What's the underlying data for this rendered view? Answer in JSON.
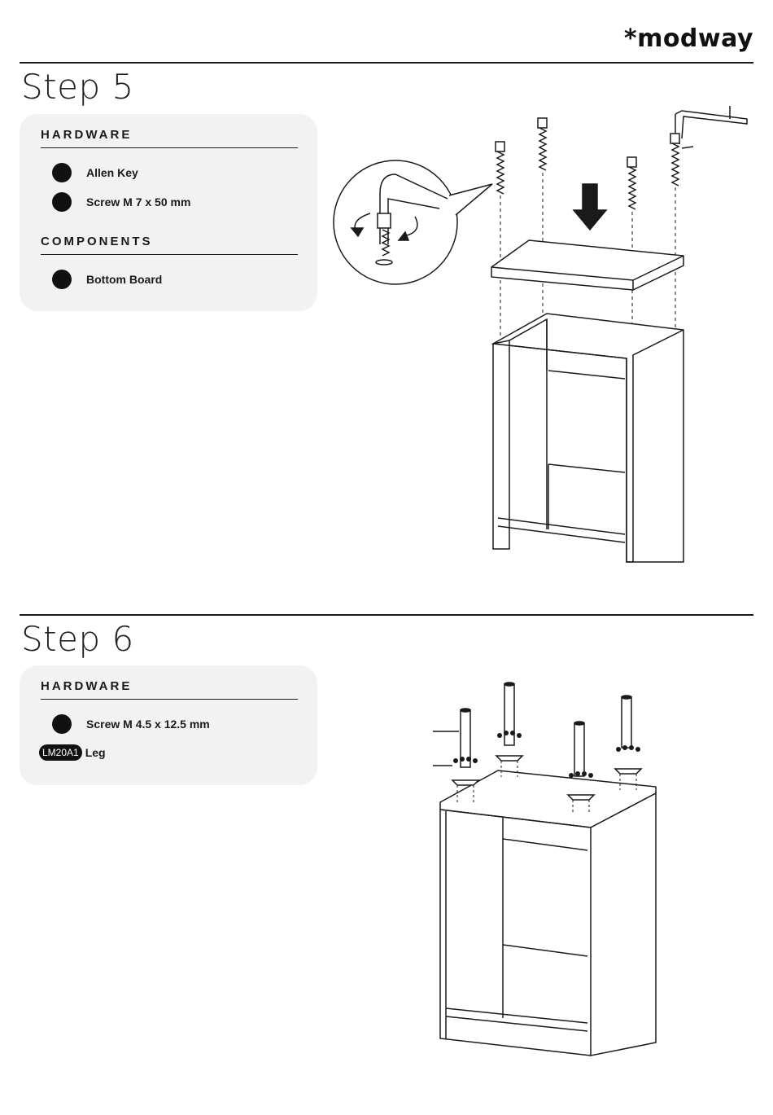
{
  "brand": {
    "logo_text": "*modway"
  },
  "step5": {
    "title": "Step 5",
    "hardware_heading": "HARDWARE",
    "hardware_items": [
      "Allen Key",
      "Screw M 7 x 50 mm"
    ],
    "components_heading": "COMPONENTS",
    "component_items": [
      "Bottom Board"
    ]
  },
  "step6": {
    "title": "Step 6",
    "hardware_heading": "HARDWARE",
    "hardware_items": [
      "Screw M 4.5 x 12.5 mm"
    ],
    "part_code": "LM20A1",
    "part_label": "Leg"
  },
  "icons": [
    "down-arrow-icon",
    "rotation-arrow-icon"
  ]
}
